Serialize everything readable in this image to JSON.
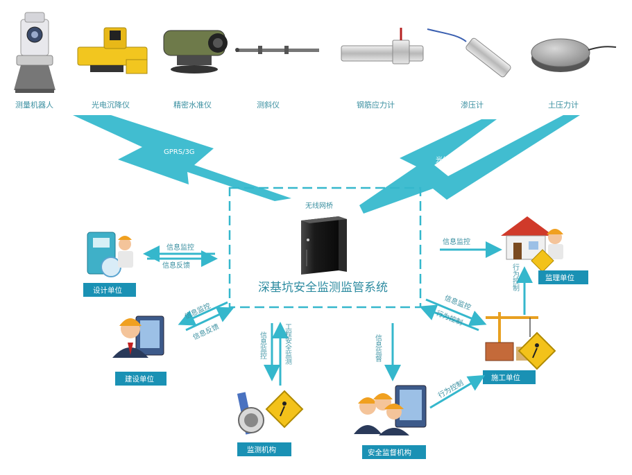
{
  "colors": {
    "accent": "#35b7cc",
    "label_bg": "#1a91b4",
    "text": "#3a8fa0"
  },
  "sensors": [
    {
      "name": "测量机器人",
      "icon": "total-station-icon"
    },
    {
      "name": "光电沉降仪",
      "icon": "settlement-gauge-icon"
    },
    {
      "name": "精密水准仪",
      "icon": "level-instrument-icon"
    },
    {
      "name": "测斜仪",
      "icon": "inclinometer-icon"
    },
    {
      "name": "钢筋应力计",
      "icon": "rebar-stress-meter-icon"
    },
    {
      "name": "渗压计",
      "icon": "piezometer-icon"
    },
    {
      "name": "土压力计",
      "icon": "earth-pressure-cell-icon"
    }
  ],
  "links": {
    "gprs": "GPRS/3G",
    "fiber": "光纤",
    "bridge": "无线网桥"
  },
  "system": {
    "title": "深基坑安全监测监管系统"
  },
  "units": {
    "design": "设计单位",
    "build": "建设单位",
    "supervision": "监理单位",
    "construction": "施工单位",
    "monitoring": "监测机构",
    "safety": "安全监督机构"
  },
  "arrows": {
    "info_monitor": "信息监控",
    "info_feedback": "信息反馈",
    "behavior_control": "行为控制",
    "eng_safety_monitor": "工程安全监测",
    "info_supervise": "信息监督"
  }
}
